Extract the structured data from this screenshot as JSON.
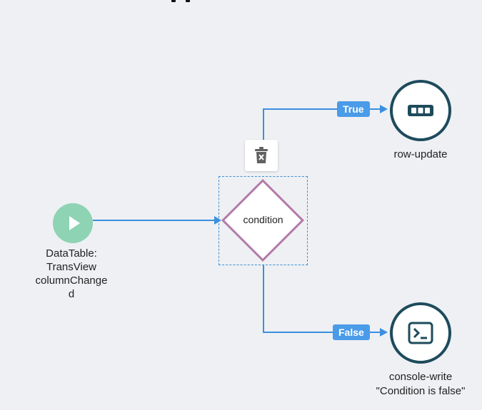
{
  "nodes": {
    "start": {
      "label_lines": [
        "DataTable:",
        "TransView",
        "columnChange",
        "d"
      ],
      "color": "#8ed3b4",
      "icon": "play-icon"
    },
    "condition": {
      "label": "condition",
      "border_color": "#b27aa8",
      "selected": true,
      "delete_icon": "trash-icon"
    },
    "row_update": {
      "label": "row-update",
      "icon": "dots-icon",
      "border_color": "#1e4b5c"
    },
    "console_write": {
      "label_lines": [
        "console-write",
        "\"Condition is false\""
      ],
      "icon": "terminal-icon",
      "border_color": "#1e4b5c"
    }
  },
  "edges": {
    "true_label": "True",
    "false_label": "False",
    "color": "#3b8fe0"
  }
}
